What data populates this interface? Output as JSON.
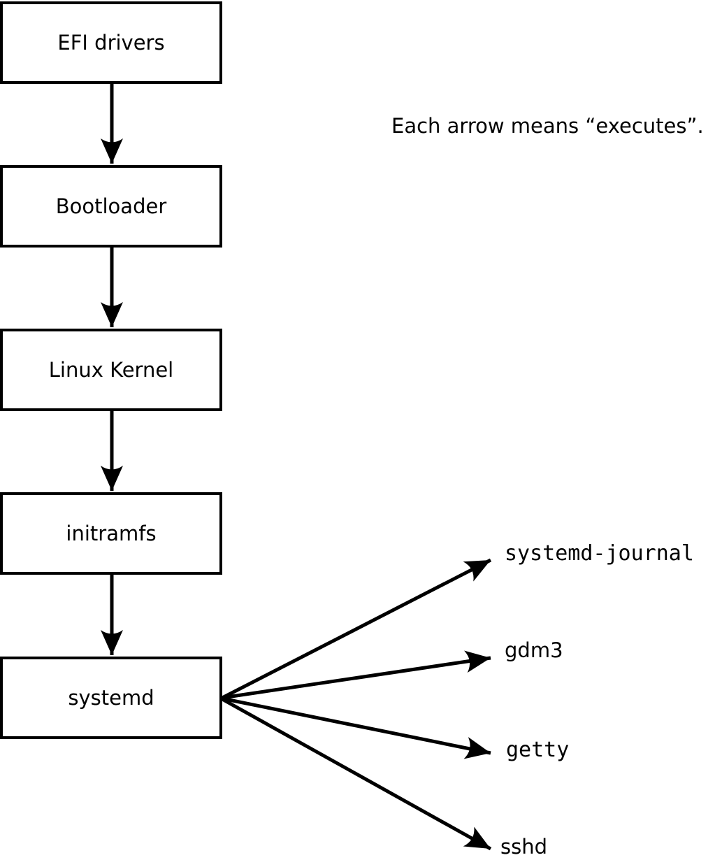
{
  "note": {
    "text": "Each arrow means “executes”."
  },
  "colors": {
    "background": "#ffffff",
    "box_fill": "#ffffff",
    "box_border": "#000000",
    "arrow": "#000000",
    "text": "#000000"
  },
  "flow": {
    "nodes": [
      {
        "label": "EFI drivers"
      },
      {
        "label": "Bootloader"
      },
      {
        "label": "Linux Kernel"
      },
      {
        "label": "initramfs"
      },
      {
        "label": "systemd"
      }
    ]
  },
  "spawned": [
    {
      "label": "systemd-journal"
    },
    {
      "label": "gdm3"
    },
    {
      "label": "getty"
    },
    {
      "label": "sshd"
    }
  ]
}
